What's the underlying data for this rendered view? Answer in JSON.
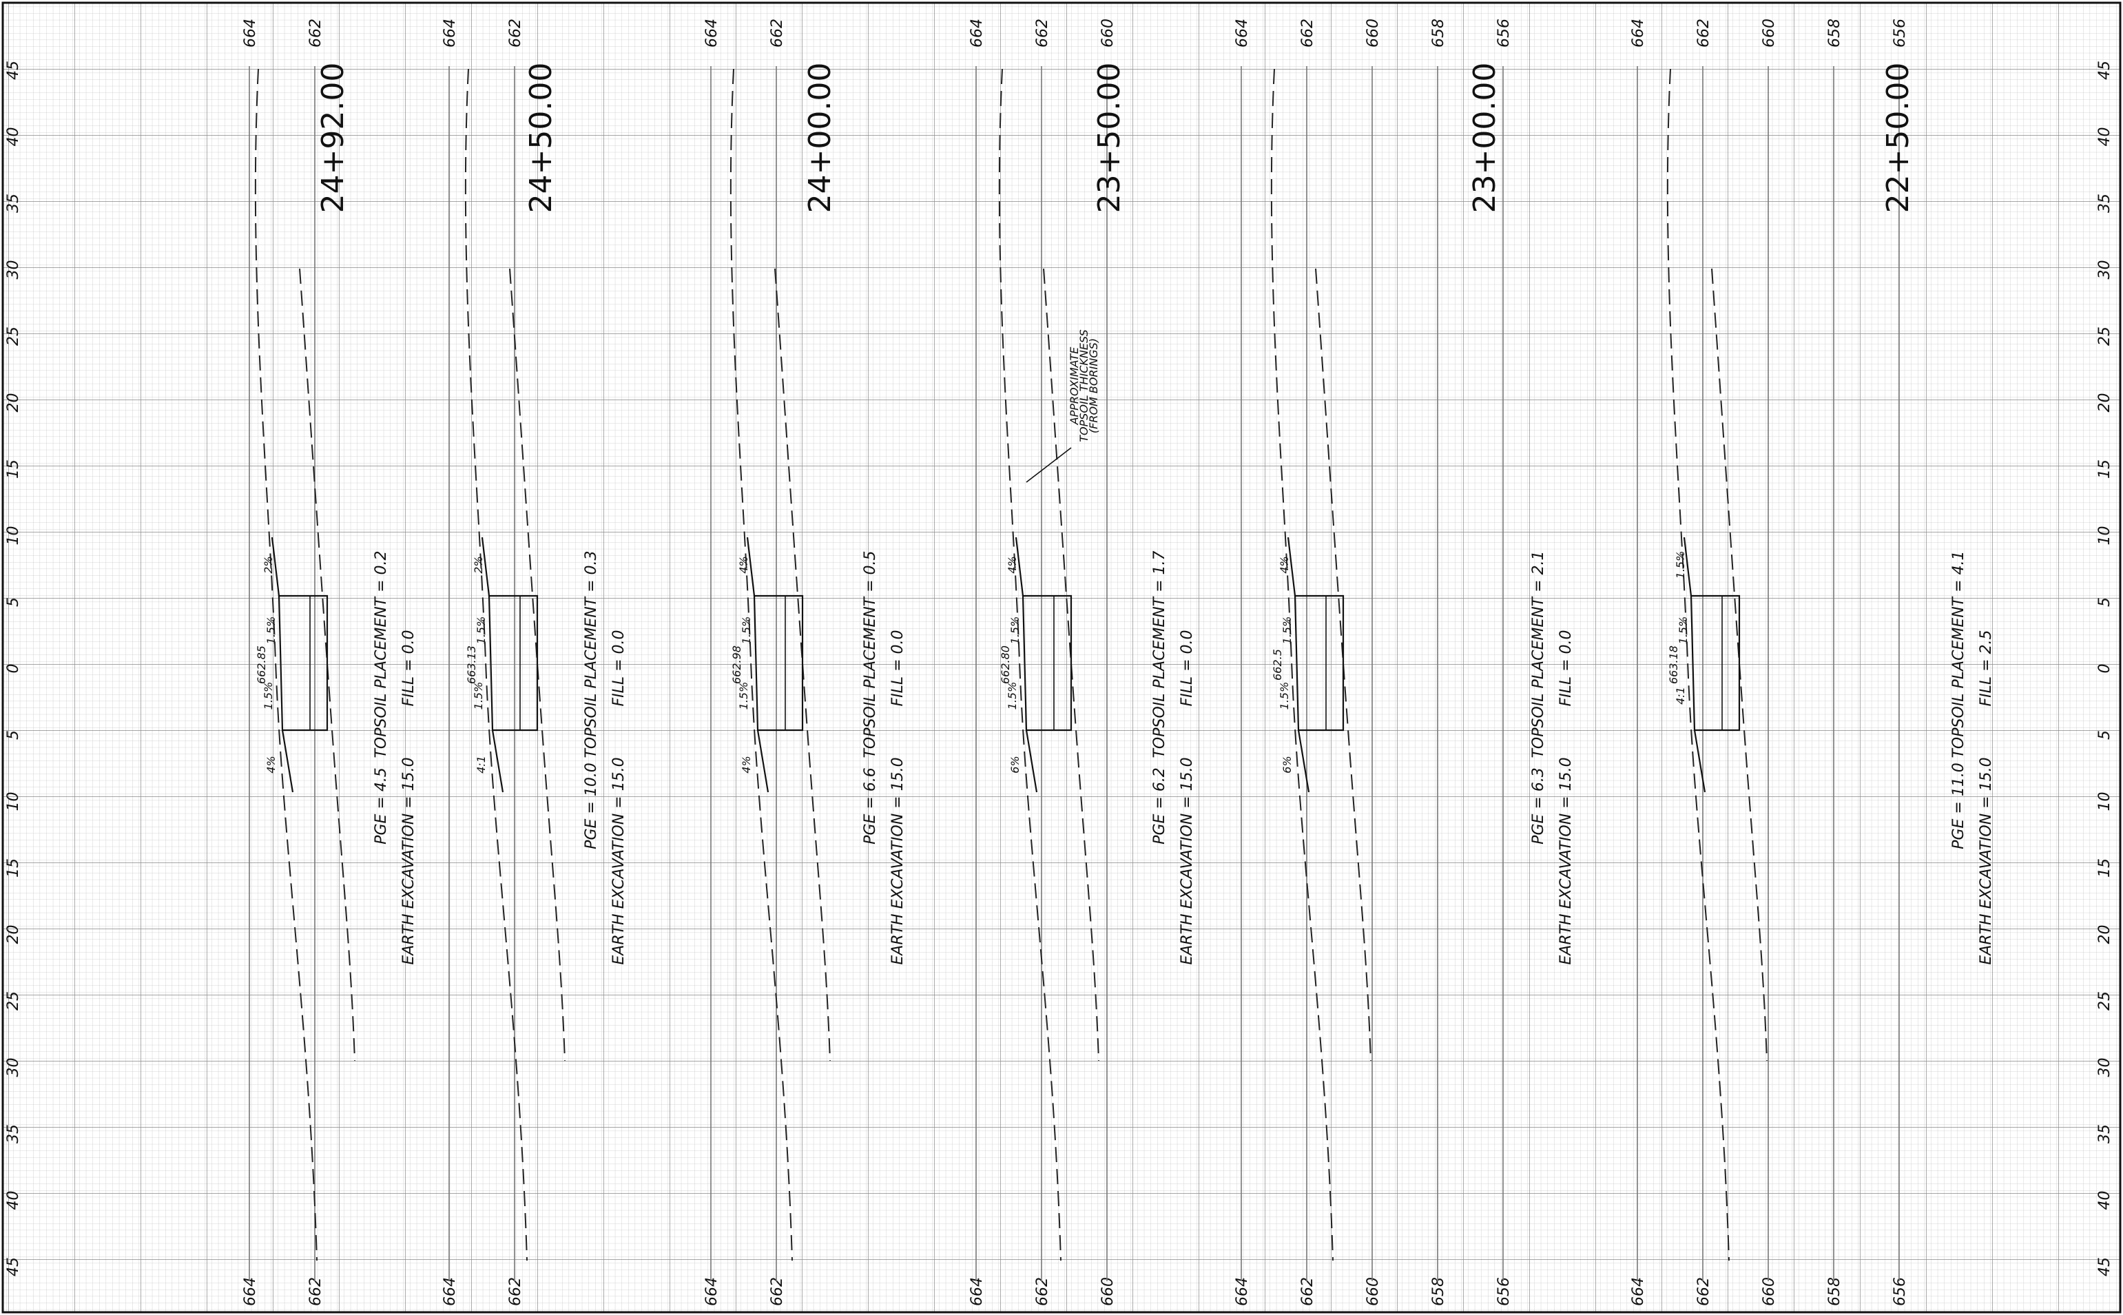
{
  "sheet": {
    "offset_ticks": [
      "45",
      "40",
      "35",
      "30",
      "25",
      "20",
      "15",
      "10",
      "5",
      "0",
      "5",
      "10",
      "15",
      "20",
      "25",
      "30",
      "35",
      "40",
      "45"
    ]
  },
  "sections": [
    {
      "station": "24+92.00",
      "elev_labels": [
        "664",
        "662"
      ],
      "pg_elev": "662.85",
      "quantities": [
        "TOPSOIL PLACEMENT = 0.2",
        "FILL = 0.0",
        "PGE = 4.5",
        "EARTH EXCAVATION = 15.0"
      ],
      "slope_labels": [
        "2%",
        "1.5%",
        "1.5%",
        "4%"
      ],
      "note": null
    },
    {
      "station": "24+50.00",
      "elev_labels": [
        "664",
        "662"
      ],
      "pg_elev": "663.13",
      "quantities": [
        "TOPSOIL PLACEMENT = 0.3",
        "FILL = 0.0",
        "PGE = 10.0",
        "EARTH EXCAVATION = 15.0"
      ],
      "slope_labels": [
        "2%",
        "1.5%",
        "1.5%",
        "4:1"
      ],
      "note": null
    },
    {
      "station": "24+00.00",
      "elev_labels": [
        "664",
        "662"
      ],
      "pg_elev": "662.98",
      "quantities": [
        "TOPSOIL PLACEMENT = 0.5",
        "FILL = 0.0",
        "PGE = 6.6",
        "EARTH EXCAVATION = 15.0"
      ],
      "slope_labels": [
        "4%",
        "1.5%",
        "1.5%",
        "4%"
      ],
      "note": null
    },
    {
      "station": "23+50.00",
      "elev_labels": [
        "664",
        "662",
        "660"
      ],
      "pg_elev": "662.80",
      "quantities": [
        "TOPSOIL PLACEMENT = 1.7",
        "FILL = 0.0",
        "PGE = 6.2",
        "EARTH EXCAVATION = 15.0"
      ],
      "slope_labels": [
        "4%",
        "1.5%",
        "1.5%",
        "6%"
      ],
      "note": "APPROXIMATE TOPSOIL THICKNESS (FROM BORINGS)"
    },
    {
      "station": "23+00.00",
      "elev_labels": [
        "664",
        "662",
        "660",
        "658",
        "656"
      ],
      "pg_elev": "662.5",
      "quantities": [
        "TOPSOIL PLACEMENT = 2.1",
        "FILL = 0.0",
        "PGE = 6.3",
        "EARTH EXCAVATION = 15.0"
      ],
      "slope_labels": [
        "4%",
        "1.5%",
        "1.5%",
        "6%"
      ],
      "note": null
    },
    {
      "station": "22+50.00",
      "elev_labels": [
        "664",
        "662",
        "660",
        "658",
        "656"
      ],
      "pg_elev": "663.18",
      "quantities": [
        "TOPSOIL PLACEMENT = 4.1",
        "FILL = 2.5",
        "PGE = 11.0",
        "EARTH EXCAVATION = 15.0"
      ],
      "slope_labels": [
        "1.5%",
        "1.5%",
        "4:1"
      ],
      "note": null
    }
  ]
}
